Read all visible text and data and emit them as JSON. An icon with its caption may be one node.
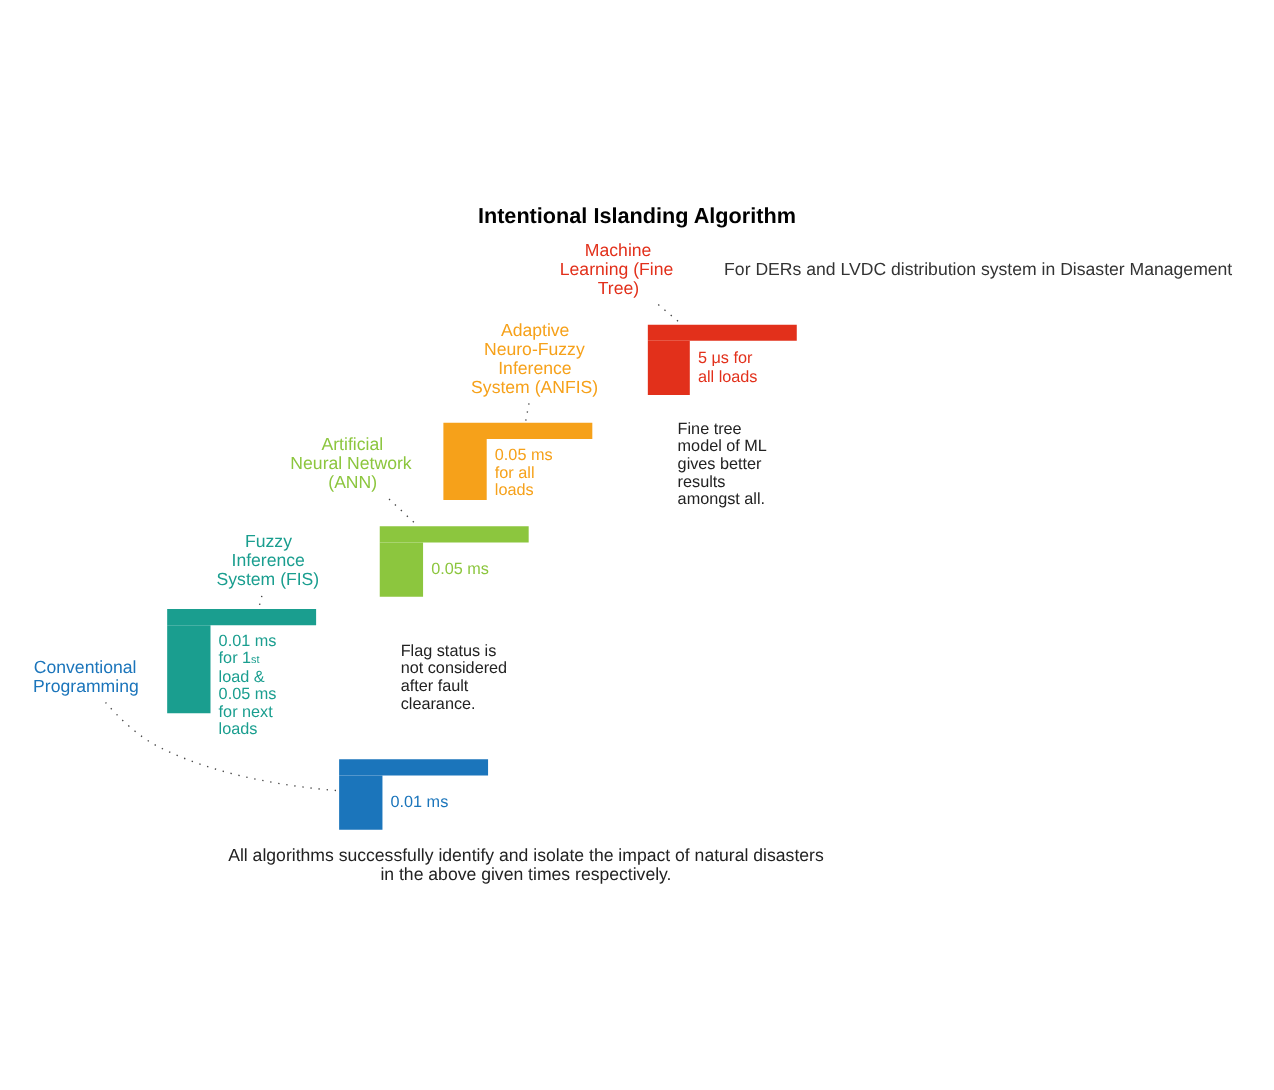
{
  "diagram": {
    "title": "Intentional Islanding Algorithm",
    "caption": "All algorithms successfully identify and isolate the impact of natural disasters in the above given times respectively.",
    "nodes": [
      {
        "text": [
          "Conventional Programming"
        ]
      },
      {
        "text": [
          "Fuzzy Inference System (FIS)"
        ]
      },
      {
        "text": [
          "Artificial Neural Network (ANN)"
        ]
      },
      {
        "text": [
          "Adaptive Neuro-Fuzzy Inference System (ANFIS)"
        ]
      },
      {
        "text": [
          "Machine Learning (Fine Tree)"
        ]
      },
      {
        "text": [
          "0.01 ms"
        ]
      },
      {
        "text": [
          "0.01 ms for 1$^{st}$ load & 0.05 ms for next loads"
        ]
      },
      {
        "text": [
          "0.05 ms"
        ],
        "beside": [
          "Flag status is not considered after fault clearance."
        ]
      },
      {
        "text": [
          "0.05 ms for all loads"
        ]
      },
      {
        "text": [
          "5 μs for all loads"
        ],
        "beside": [
          "Fine tree model of ML gives better results amongst all."
        ]
      }
    ],
    "edges": [
      {
        "from": 0,
        "to": 5,
        "arrow": "none",
        "style": "dashed"
      },
      {
        "from": 1,
        "to": 6,
        "arrow": "none",
        "style": "dashed"
      },
      {
        "from": 2,
        "to": 7,
        "arrow": "none",
        "style": "dashed"
      },
      {
        "from": 3,
        "to": 8,
        "arrow": "none",
        "style": "dashed"
      },
      {
        "from": 4,
        "to": 9,
        "arrow": "none",
        "style": "dashed"
      }
    ],
    "labels": [
      "For DERs and LVDC distribution system in Disaster Management"
    ]
  }
}
